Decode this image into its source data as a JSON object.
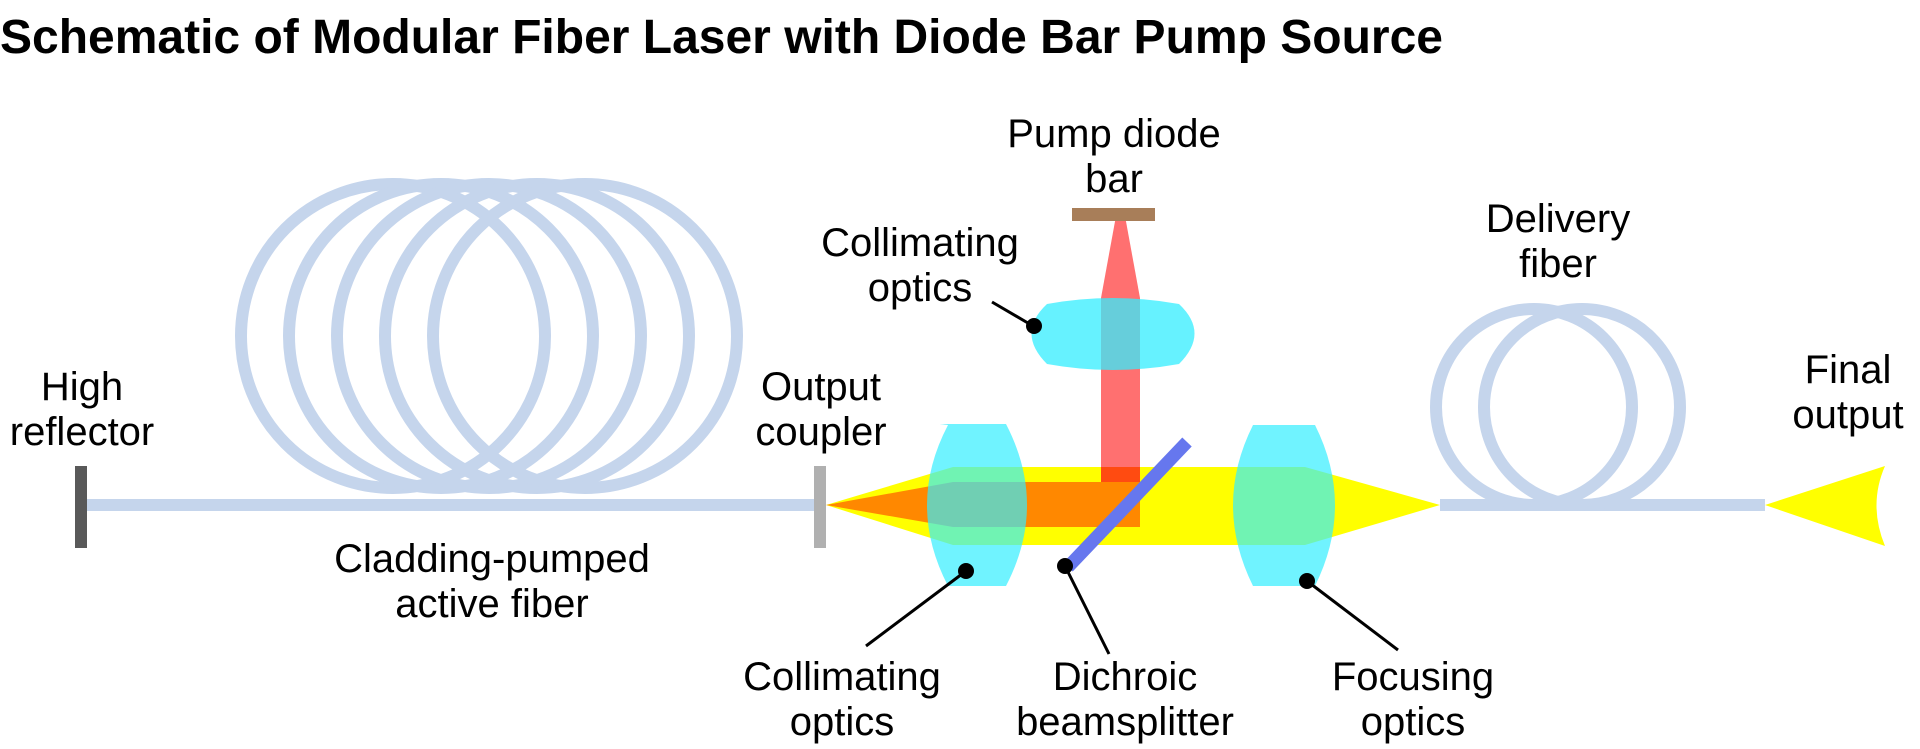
{
  "title": "Schematic of Modular Fiber Laser with Diode Bar Pump Source",
  "labels": {
    "high_reflector": [
      "High",
      "reflector"
    ],
    "active_fiber": [
      "Cladding-pumped",
      "active fiber"
    ],
    "output_coupler": [
      "Output",
      "coupler"
    ],
    "pump_diode": [
      "Pump diode",
      "bar"
    ],
    "collimating_pump": [
      "Collimating",
      "optics"
    ],
    "collimating_laser": [
      "Collimating",
      "optics"
    ],
    "dichroic": [
      "Dichroic",
      "beamsplitter"
    ],
    "focusing": [
      "Focusing",
      "optics"
    ],
    "delivery_fiber": [
      "Delivery",
      "fiber"
    ],
    "final_output": [
      "Final",
      "output"
    ]
  },
  "colors": {
    "fiber": "#c5d5ec",
    "reflector": "#595959",
    "coupler": "#b0b0b0",
    "laser_beam": "#ffff00",
    "pump_beam": "#ff7070",
    "overlap_beam": "#ff8800",
    "lens": "#33eeff",
    "diode": "#a87e59",
    "splitter": "#6677ee"
  }
}
